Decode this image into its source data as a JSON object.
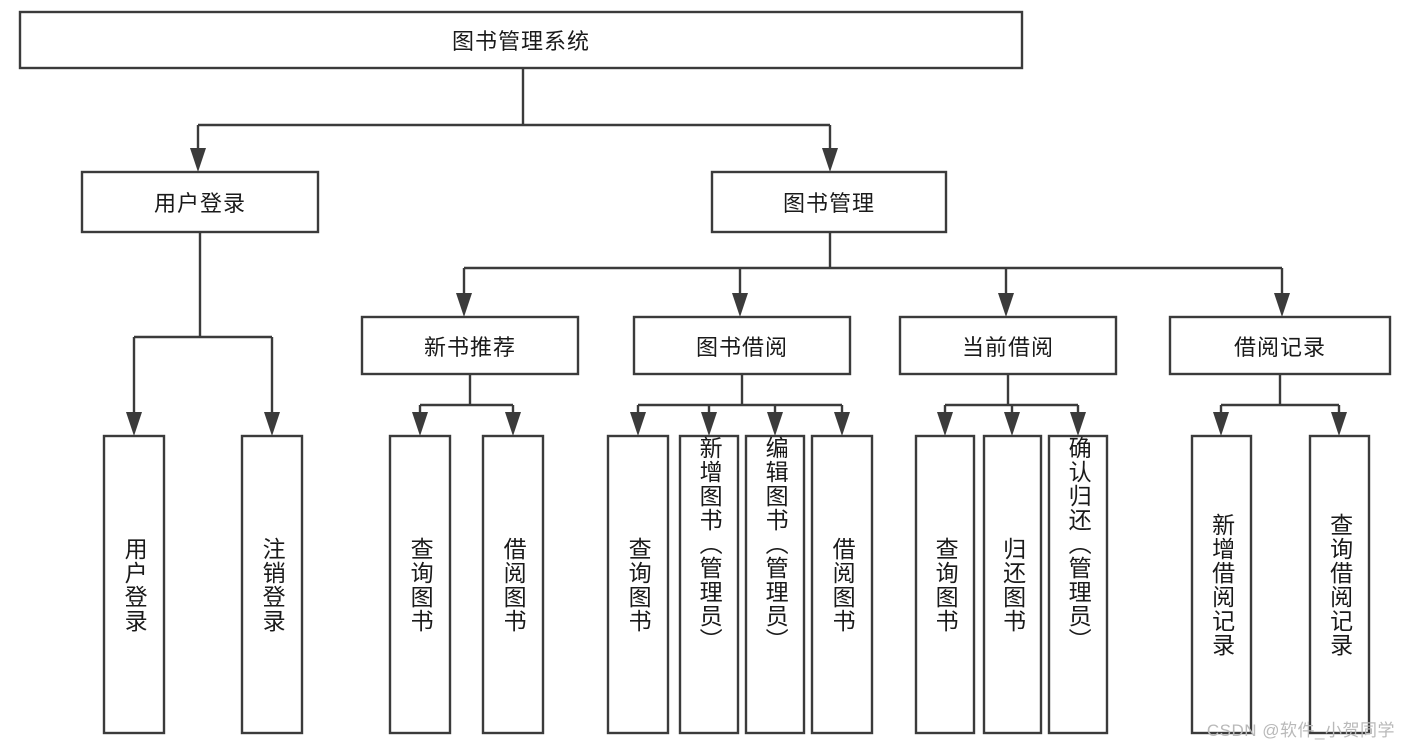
{
  "diagram": {
    "type": "hierarchy-tree",
    "title": "图书管理系统",
    "orientation": "top-down",
    "colors": {
      "box_stroke": "#3b3b3b",
      "box_fill": "#ffffff",
      "connector": "#3b3b3b",
      "text": "#1a1a1a",
      "watermark": "#b9b9b9",
      "background": "#ffffff"
    },
    "root": {
      "label": "图书管理系统"
    },
    "level2": [
      {
        "label": "用户登录"
      },
      {
        "label": "图书管理"
      }
    ],
    "level3": [
      {
        "label": "新书推荐"
      },
      {
        "label": "图书借阅"
      },
      {
        "label": "当前借阅"
      },
      {
        "label": "借阅记录"
      }
    ],
    "leaves": {
      "user_login": [
        {
          "label": "用户登录"
        },
        {
          "label": "注销登录"
        }
      ],
      "new_book_recommend": [
        {
          "label": "查询图书"
        },
        {
          "label": "借阅图书"
        }
      ],
      "book_borrow": [
        {
          "label": "查询图书"
        },
        {
          "label": "新增图书（管理员）"
        },
        {
          "label": "编辑图书（管理员）"
        },
        {
          "label": "借阅图书"
        }
      ],
      "current_borrow": [
        {
          "label": "查询图书"
        },
        {
          "label": "归还图书"
        },
        {
          "label": "确认归还（管理员）"
        }
      ],
      "borrow_record": [
        {
          "label": "新增借阅记录"
        },
        {
          "label": "查询借阅记录"
        }
      ]
    }
  },
  "watermark": {
    "text": "CSDN @软件_小贺同学"
  }
}
